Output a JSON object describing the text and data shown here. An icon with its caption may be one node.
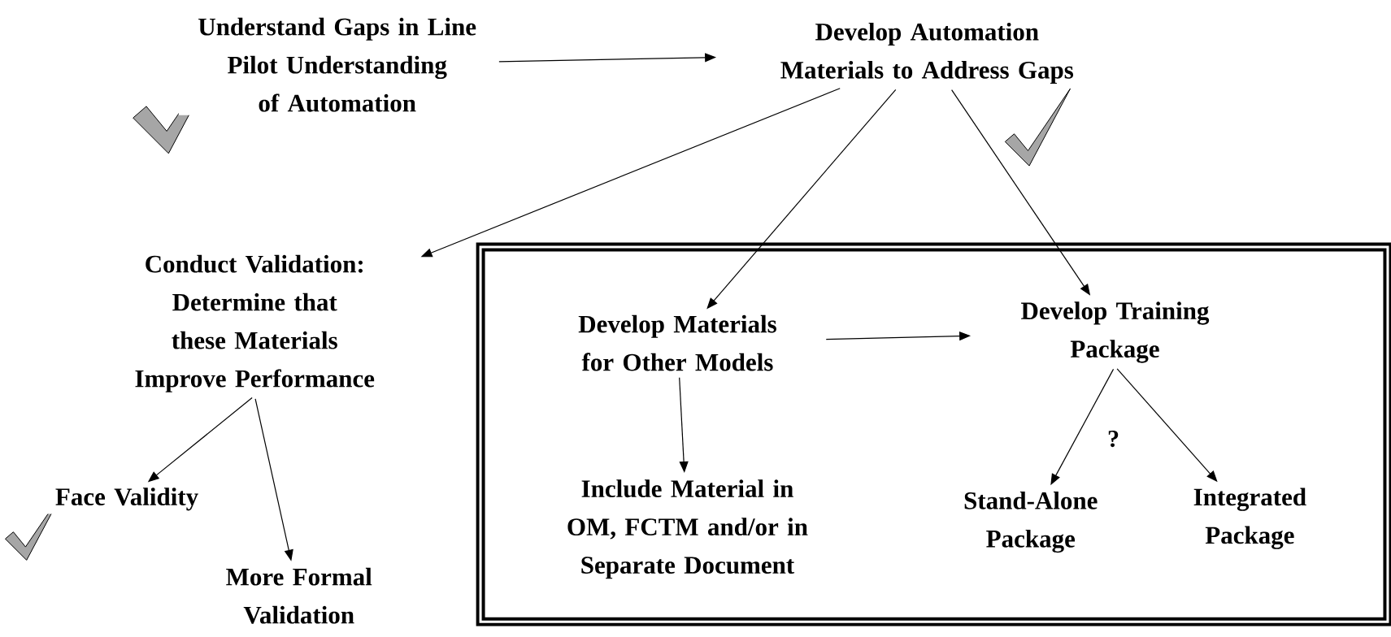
{
  "diagram": {
    "nodes": [
      {
        "text": [
          "Understand Gaps in Line Pilot Understanding of Automation"
        ]
      },
      {
        "text": [
          "Develop Automation Materials to Address Gaps"
        ]
      },
      {
        "text": [
          "Conduct Validation: Determine that these Materials Improve Performance"
        ]
      },
      {
        "text": [],
        "shape": "box"
      },
      {
        "text": [
          "Develop Materials for Other Models"
        ],
        "in": 3
      },
      {
        "text": [
          "Develop Training Package"
        ],
        "in": 3
      },
      {
        "text": [
          "Include Material in OM, FCTM and/or in Separate Document"
        ],
        "in": 3
      },
      {
        "text": [
          "Stand-Alone Package"
        ],
        "in": 3
      },
      {
        "text": [
          "Integrated Package"
        ],
        "in": 3
      },
      {
        "text": [
          "Face Validity"
        ]
      },
      {
        "text": [
          "More Formal Validation"
        ]
      }
    ],
    "edges": [
      {
        "from": 0,
        "to": 1,
        "arrow": "to"
      },
      {
        "from": 1,
        "to": 2,
        "arrow": "to"
      },
      {
        "from": 1,
        "to": 4,
        "arrow": "to"
      },
      {
        "from": 1,
        "to": 5,
        "arrow": "to"
      },
      {
        "from": 4,
        "to": 5,
        "arrow": "to"
      },
      {
        "from": 4,
        "to": 6,
        "arrow": "to"
      },
      {
        "from": 5,
        "to": 7,
        "arrow": "to"
      },
      {
        "from": 5,
        "to": 8,
        "arrow": "to"
      },
      {
        "from": 2,
        "to": 9,
        "arrow": "to"
      },
      {
        "from": 2,
        "to": 10,
        "arrow": "to"
      }
    ],
    "labels": [
      "?"
    ]
  }
}
